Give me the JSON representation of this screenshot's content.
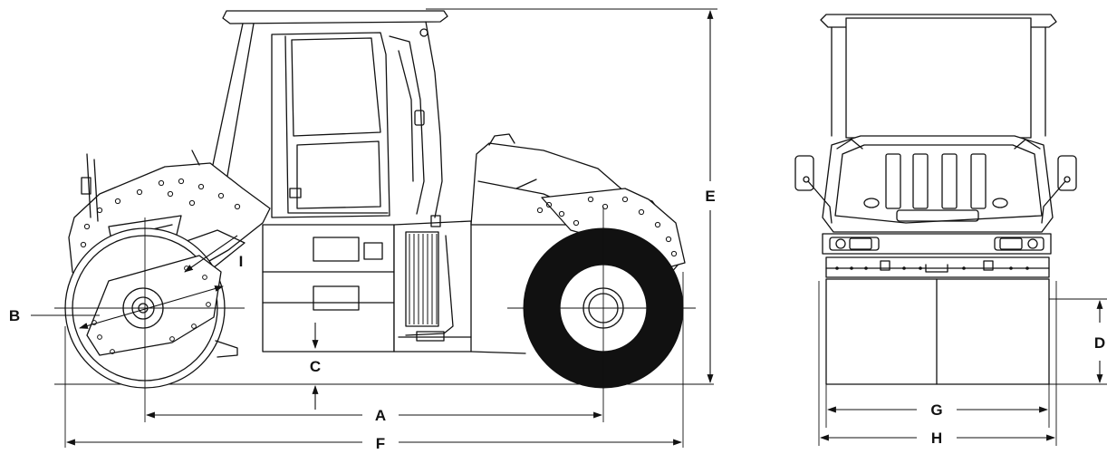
{
  "dimension_labels": {
    "a": "A",
    "b": "B",
    "c": "C",
    "d": "D",
    "e": "E",
    "f": "F",
    "g": "G",
    "h": "H",
    "i": "I"
  },
  "colors": {
    "line": "#111111",
    "background": "#ffffff",
    "tire": "#111111"
  }
}
